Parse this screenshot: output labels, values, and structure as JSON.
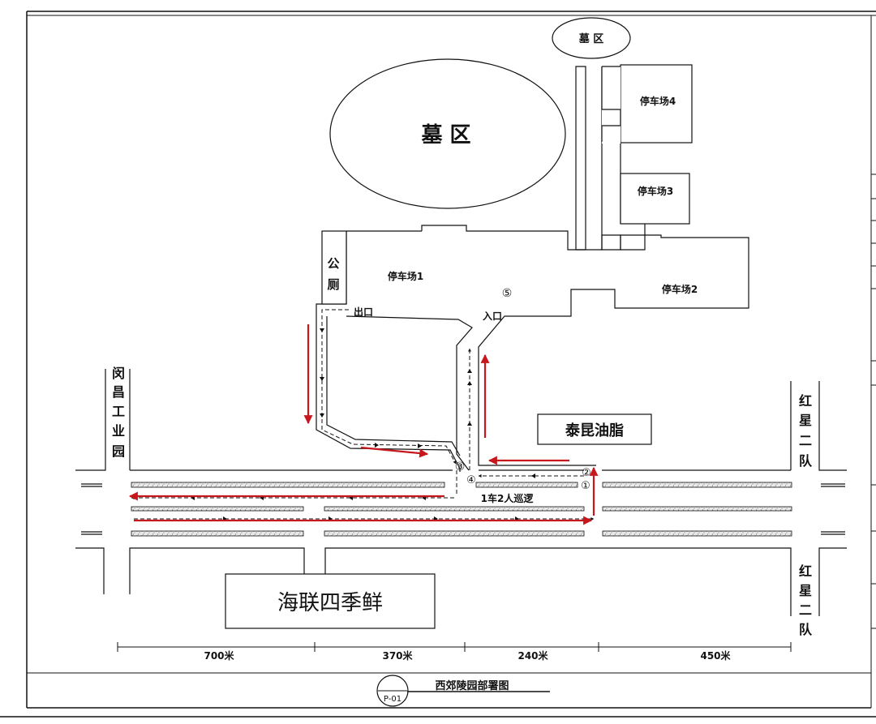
{
  "labels": {
    "cemetery_top": "墓  区",
    "cemetery_main": "墓   区",
    "parking_4": "停车场4",
    "parking_3": "停车场3",
    "parking_2": "停车场2",
    "parking_1": "停车场1",
    "toilet": [
      "公",
      "厕"
    ],
    "exit": "出口",
    "entrance": "入口",
    "circle_5": "⑤",
    "circle_4": "④",
    "circle_3": "③",
    "circle_2": "②",
    "circle_1": "①",
    "patrol": "1车2人巡逻",
    "taikun": "泰昆油脂",
    "hailian": "海联四季鲜",
    "minchang": [
      "闵",
      "昌",
      "工",
      "业",
      "园"
    ],
    "hongxing_top": [
      "红",
      "星",
      "二",
      "队"
    ],
    "hongxing_bottom": [
      "红",
      "星",
      "二",
      "队"
    ]
  },
  "distances": [
    "700米",
    "370米",
    "240米",
    "450米"
  ],
  "footer": {
    "drawing_no": "P-01",
    "title": "西郊陵园部署图"
  },
  "colors": {
    "route_red": "#c8171c",
    "line": "#111111"
  }
}
